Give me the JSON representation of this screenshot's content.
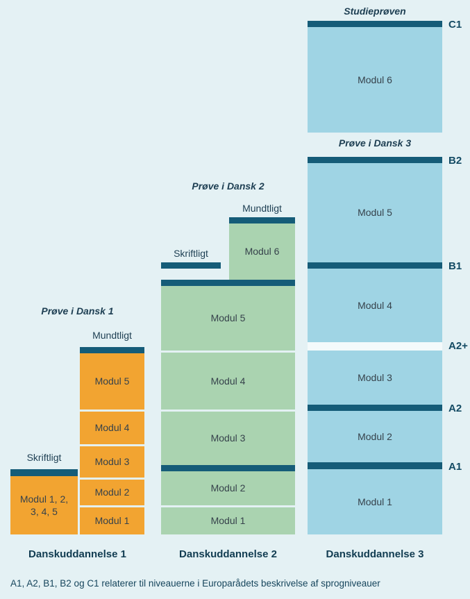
{
  "diagram": {
    "footer": "A1, A2, B1, B2 og C1 relaterer til niveauerne i Europarådets beskrivelse af sprogniveauer"
  },
  "levels": {
    "c1": "C1",
    "b2": "B2",
    "b1": "B1",
    "a2plus": "A2+",
    "a2": "A2",
    "a1": "A1"
  },
  "col1": {
    "exam_title": "Prøve i Dansk 1",
    "oral_label": "Mundtligt",
    "written_label": "Skriftligt",
    "written_block": "Modul 1, 2, 3, 4, 5",
    "modul5": "Modul 5",
    "modul4": "Modul 4",
    "modul3": "Modul 3",
    "modul2": "Modul 2",
    "modul1": "Modul 1",
    "bottom_label": "Danskuddannelse 1"
  },
  "col2": {
    "exam_title": "Prøve i Dansk 2",
    "oral_label": "Mundtligt",
    "written_label": "Skriftligt",
    "modul6": "Modul 6",
    "modul5": "Modul 5",
    "modul4": "Modul 4",
    "modul3": "Modul 3",
    "modul2": "Modul 2",
    "modul1": "Modul 1",
    "bottom_label": "Danskuddannelse 2"
  },
  "col3": {
    "top_title": "Studieprøven",
    "exam_title": "Prøve i Dansk 3",
    "modul6": "Modul 6",
    "modul5": "Modul 5",
    "modul4": "Modul 4",
    "modul3": "Modul 3",
    "modul2": "Modul 2",
    "modul1": "Modul 1",
    "bottom_label": "Danskuddannelse 3"
  },
  "colors": {
    "background": "#e4f1f4",
    "du1_block": "#f2a431",
    "du2_block": "#aad3b0",
    "du3_block": "#9fd4e4",
    "level_bar": "#155c78",
    "text_dark": "#1d3e52"
  }
}
